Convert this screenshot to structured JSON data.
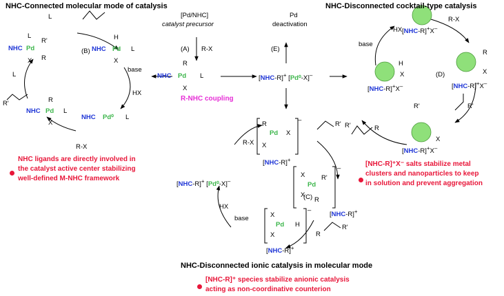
{
  "headings": {
    "left": "NHC-Connected molecular mode of catalysis",
    "right": "NHC-Disconnected cocktail-type catalysis",
    "bottom": "NHC-Disconnected ionic catalysis in molecular mode"
  },
  "center": {
    "precursor_line1": "[Pd/NHC]",
    "precursor_line2": "catalyst precursor",
    "step_A": "(A)",
    "rx": "R-X",
    "step_E": "(E)",
    "pd_deact_1": "Pd",
    "pd_deact_2": "deactivation",
    "coupling": "R-NHC coupling"
  },
  "labels": {
    "B": "(B)",
    "C": "(C)",
    "D": "(D)",
    "L": "L",
    "X": "X",
    "R": "R",
    "Rp": "R'",
    "H": "H",
    "HX": "HX",
    "base": "base",
    "RX": "R-X",
    "NHC": "NHC",
    "Pd": "Pd",
    "Pd0": "Pd⁰",
    "minus": "–",
    "plus": "+"
  },
  "notes": {
    "left": [
      "NHC ligands are directly involved in",
      "the catalyst active center stabilizing",
      "well-defined M-NHC framework"
    ],
    "right": [
      "[NHC-R]⁺X⁻ salts stabilize metal",
      "clusters and nanoparticles to keep",
      "in solution and prevent aggregation"
    ],
    "bottom": [
      "[NHC-R]⁺ species stabilize anionic catalysis",
      "acting as non-coordinative counterion"
    ]
  },
  "colors": {
    "red": "#e8173a",
    "blue": "#1d34d6",
    "green": "#3bb54a",
    "pink": "#e62fd6",
    "cluster": "#8fe07a"
  }
}
